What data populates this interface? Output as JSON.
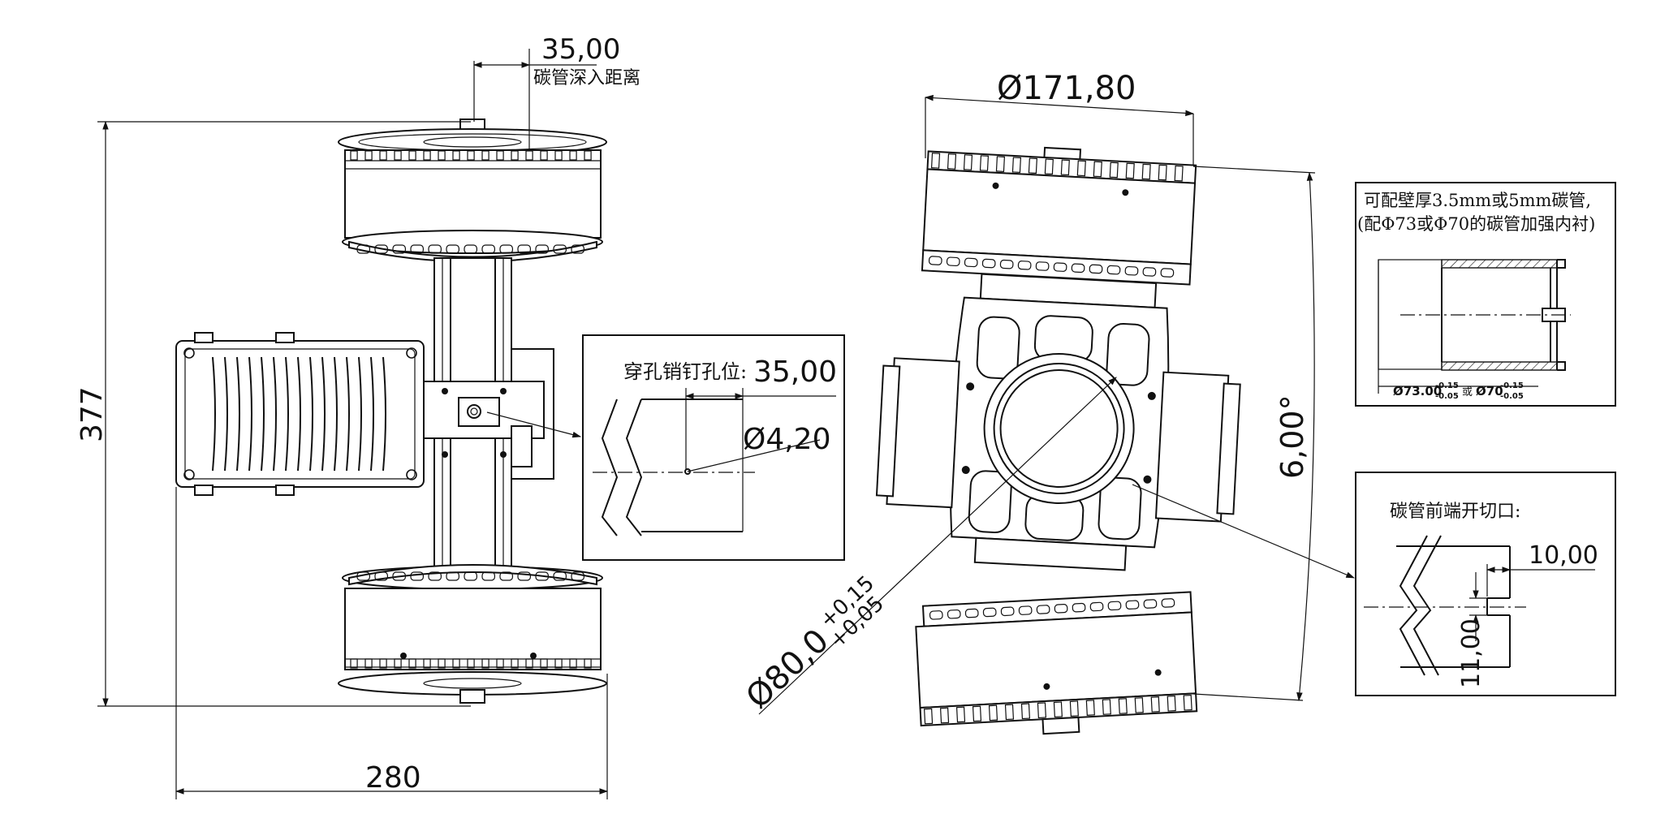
{
  "dimensions": {
    "carbon_depth_value": "35,00",
    "carbon_depth_label": "碳管深入距离",
    "overall_height": "377",
    "overall_width": "280",
    "rotor_diameter": "Ø171,80",
    "tilt_angle": "6,00°",
    "bore_diameter": "Ø80,0",
    "bore_tol_upper": "+0,15",
    "bore_tol_lower": "+0,05"
  },
  "pin_detail": {
    "label": "穿孔销钉孔位:",
    "distance": "35,00",
    "hole_diameter": "Ø4,20"
  },
  "tube_note": {
    "line1": "可配壁厚3.5mm或5mm碳管,",
    "line2": "(配Φ73或Φ70的碳管加强内衬)",
    "dim_a": "Ø73.00",
    "dim_a_upper": "-0.15",
    "dim_a_lower": "-0.05",
    "dim_or": "或",
    "dim_b": "Ø70",
    "dim_b_upper": "-0.15",
    "dim_b_lower": "-0.05"
  },
  "cut_detail": {
    "label": "碳管前端开切口:",
    "width": "10,00",
    "depth": "11,00"
  }
}
